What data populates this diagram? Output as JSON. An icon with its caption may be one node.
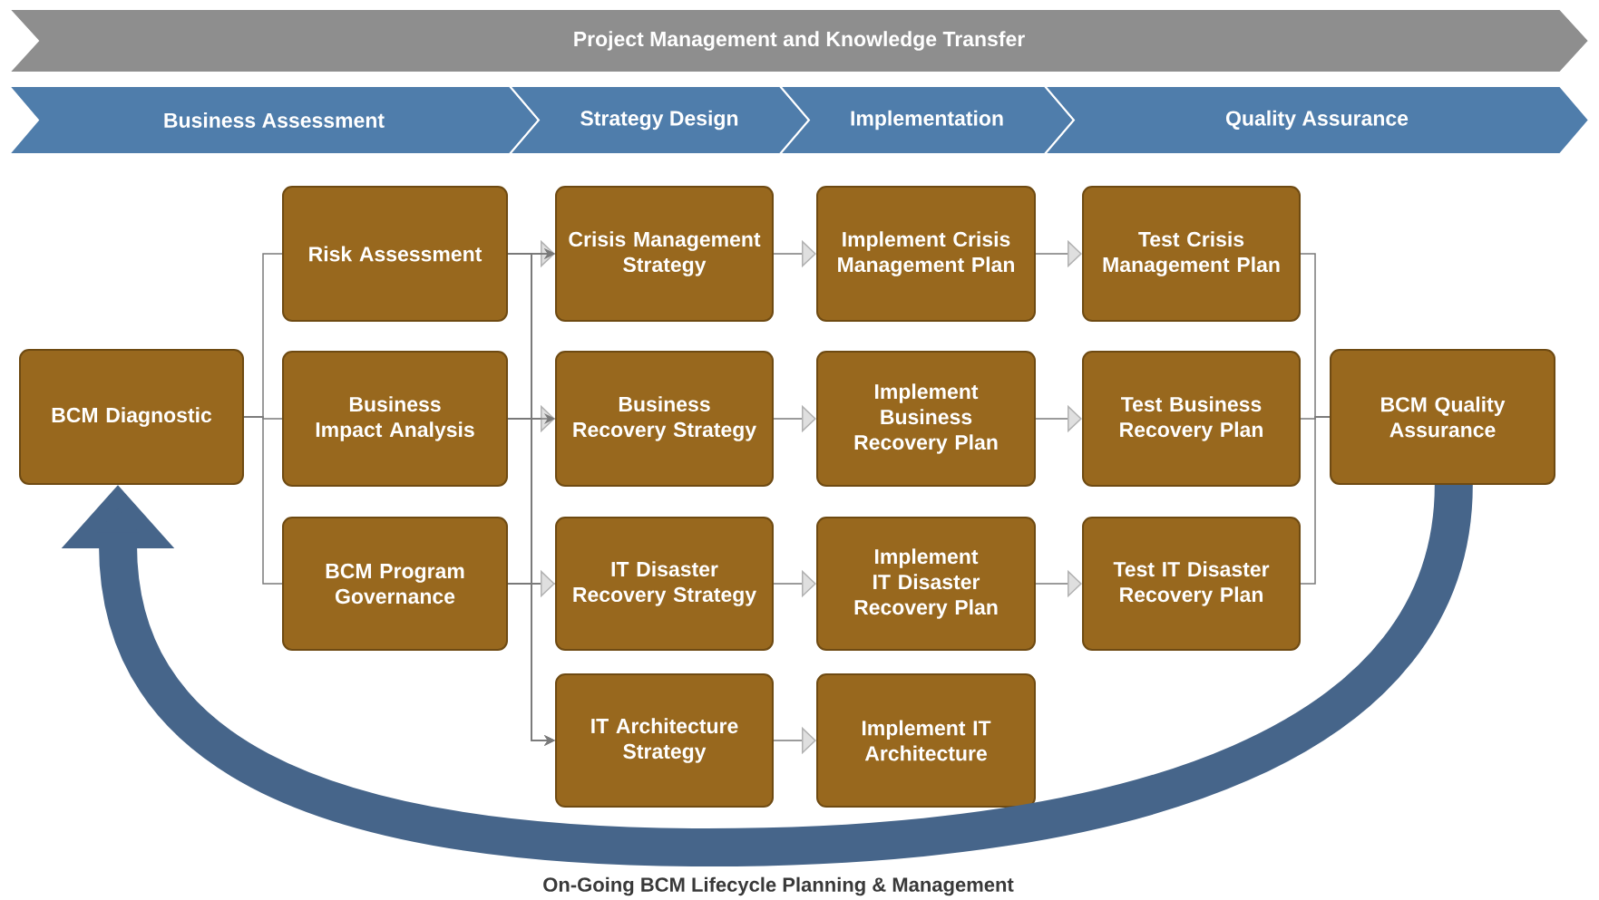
{
  "diagram": {
    "nodes": [
      {
        "text": [
          "Project Management and Knowledge Transfer"
        ]
      },
      {
        "text": [
          "Business Assessment"
        ]
      },
      {
        "text": [
          "Strategy Design"
        ]
      },
      {
        "text": [
          "Implementation"
        ]
      },
      {
        "text": [
          "Quality Assurance"
        ]
      },
      {
        "text": [
          "BCM Diagnostic"
        ]
      },
      {
        "text": [
          "Risk Assessment"
        ]
      },
      {
        "text": [
          "Business Impact Analysis"
        ]
      },
      {
        "text": [
          "BCM Program Governance"
        ]
      },
      {
        "text": [
          "Crisis Management Strategy"
        ]
      },
      {
        "text": [
          "Business Recovery Strategy"
        ]
      },
      {
        "text": [
          "IT Disaster Recovery Strategy"
        ]
      },
      {
        "text": [
          "IT Architecture Strategy"
        ]
      },
      {
        "text": [
          "Implement Crisis Management Plan"
        ]
      },
      {
        "text": [
          "Implement Business Recovery Plan"
        ]
      },
      {
        "text": [
          "Implement IT Disaster Recovery Plan"
        ]
      },
      {
        "text": [
          "Implement IT Architecture"
        ]
      },
      {
        "text": [
          "Test Crisis Management Plan"
        ]
      },
      {
        "text": [
          "Test Business Recovery Plan"
        ]
      },
      {
        "text": [
          "Test IT Disaster Recovery Plan"
        ]
      },
      {
        "text": [
          "BCM Quality Assurance"
        ]
      }
    ],
    "edges": [
      {
        "from": 5,
        "to": 6,
        "arrow": "none"
      },
      {
        "from": 5,
        "to": 7,
        "arrow": "none"
      },
      {
        "from": 5,
        "to": 8,
        "arrow": "none"
      },
      {
        "from": 6,
        "to": 9,
        "arrow": "to"
      },
      {
        "from": 6,
        "to": 10,
        "arrow": "to"
      },
      {
        "from": 6,
        "to": 11,
        "arrow": "to"
      },
      {
        "from": 6,
        "to": 12,
        "arrow": "to"
      },
      {
        "from": 7,
        "to": 9,
        "arrow": "to"
      },
      {
        "from": 7,
        "to": 10,
        "arrow": "to"
      },
      {
        "from": 7,
        "to": 11,
        "arrow": "to"
      },
      {
        "from": 7,
        "to": 12,
        "arrow": "to"
      },
      {
        "from": 8,
        "to": 9,
        "arrow": "to"
      },
      {
        "from": 8,
        "to": 10,
        "arrow": "to"
      },
      {
        "from": 8,
        "to": 11,
        "arrow": "to"
      },
      {
        "from": 8,
        "to": 12,
        "arrow": "to"
      },
      {
        "from": 9,
        "to": 13,
        "arrow": "to"
      },
      {
        "from": 10,
        "to": 14,
        "arrow": "to"
      },
      {
        "from": 11,
        "to": 15,
        "arrow": "to"
      },
      {
        "from": 12,
        "to": 16,
        "arrow": "to"
      },
      {
        "from": 13,
        "to": 17,
        "arrow": "to"
      },
      {
        "from": 14,
        "to": 18,
        "arrow": "to"
      },
      {
        "from": 15,
        "to": 19,
        "arrow": "to"
      },
      {
        "from": 17,
        "to": 20,
        "arrow": "none"
      },
      {
        "from": 18,
        "to": 20,
        "arrow": "none"
      },
      {
        "from": 19,
        "to": 20,
        "arrow": "none"
      },
      {
        "from": 20,
        "to": 5,
        "arrow": "to",
        "label": "On-Going BCM Lifecycle Planning & Management",
        "style": "thick",
        "color": "#46658a"
      }
    ]
  }
}
